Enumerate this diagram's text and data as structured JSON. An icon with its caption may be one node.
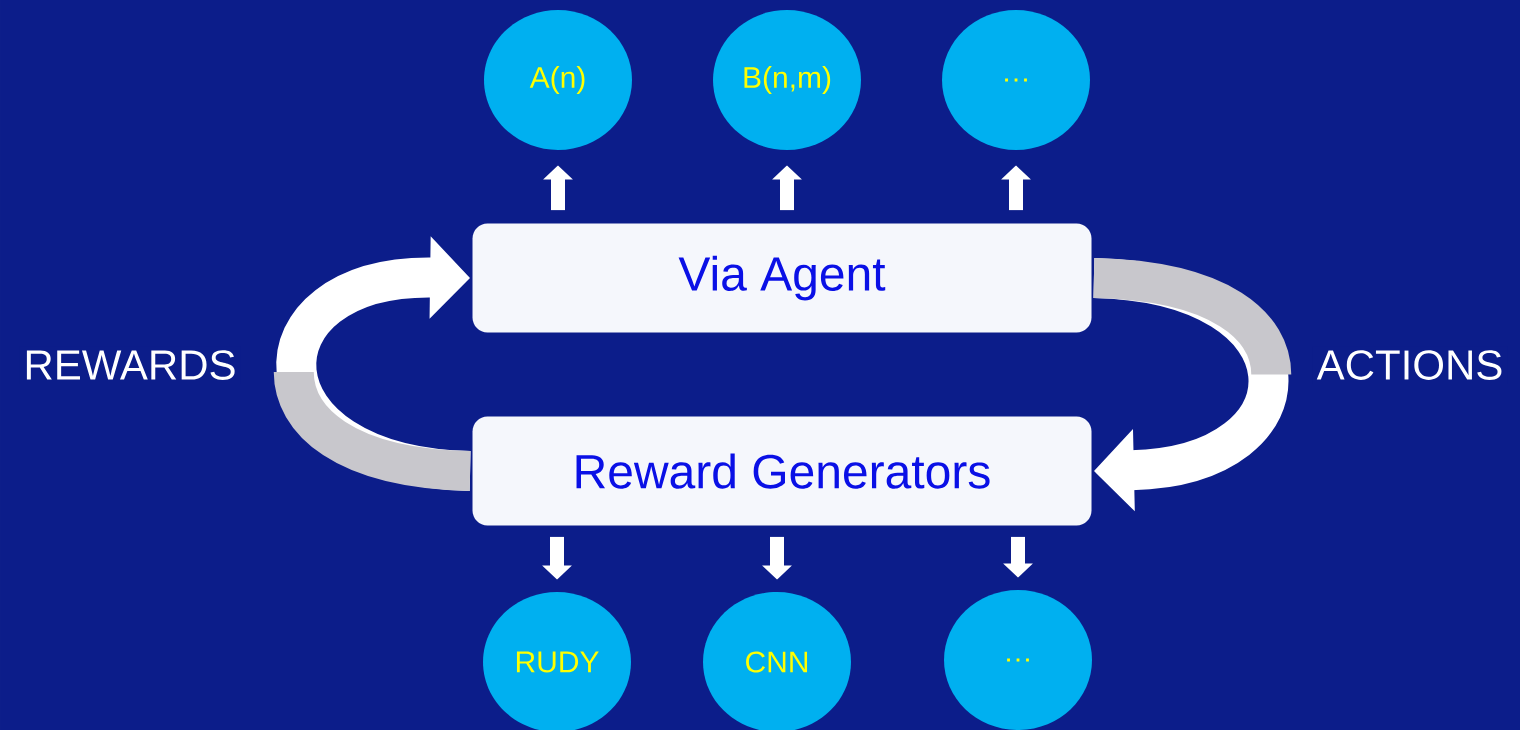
{
  "diagram": {
    "nodes": [
      {
        "text": [
          "Via Agent"
        ]
      },
      {
        "text": [
          "Reward Generators"
        ]
      },
      {
        "text": [
          "A(n)"
        ]
      },
      {
        "text": [
          "B(n,m)"
        ]
      },
      {
        "text": [
          "…"
        ]
      },
      {
        "text": [
          "RUDY"
        ]
      },
      {
        "text": [
          "CNN"
        ]
      },
      {
        "text": [
          "…"
        ]
      }
    ],
    "edges": [
      {
        "from": 0,
        "to": 2,
        "arrow": "to"
      },
      {
        "from": 0,
        "to": 3,
        "arrow": "to"
      },
      {
        "from": 0,
        "to": 4,
        "arrow": "to"
      },
      {
        "from": 1,
        "to": 5,
        "arrow": "to"
      },
      {
        "from": 1,
        "to": 6,
        "arrow": "to"
      },
      {
        "from": 1,
        "to": 7,
        "arrow": "to"
      },
      {
        "from": 1,
        "to": 0,
        "arrow": "to",
        "label": "REWARDS",
        "style": "thick"
      },
      {
        "from": 0,
        "to": 1,
        "arrow": "to",
        "label": "ACTIONS",
        "style": "thick"
      }
    ]
  }
}
